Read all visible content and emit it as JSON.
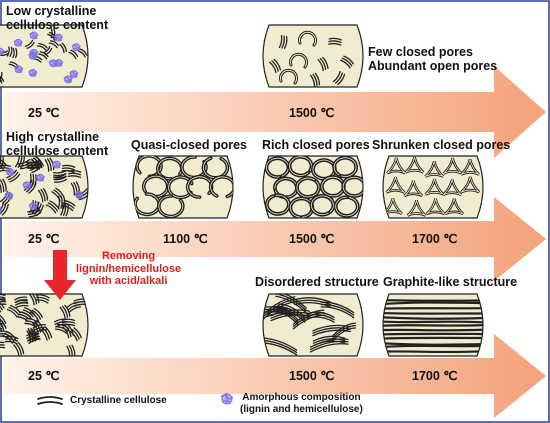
{
  "colors": {
    "arrow_start": "#fff3ea",
    "arrow_end": "#f4a27a",
    "disc_fill": "#f1ebcf",
    "amorphous": "#7a73e6",
    "fiber": "#222222",
    "red_arrow": "#e8262b"
  },
  "rows": [
    {
      "header": [
        "Low crystalline",
        "cellulose content"
      ],
      "temps": [
        "25 ℃",
        "1500 ℃"
      ],
      "labels": [
        "Few closed pores",
        "Abundant open pores"
      ]
    },
    {
      "header": [
        "High crystalline",
        "cellulose content"
      ],
      "stage_labels": [
        "Quasi-closed pores",
        "Rich closed pores",
        "Shrunken closed pores"
      ],
      "temps": [
        "25 ℃",
        "1100 ℃",
        "1500 ℃",
        "1700 ℃"
      ]
    },
    {
      "stage_labels": [
        "Disordered structure",
        "Graphite-like structure"
      ],
      "temps": [
        "25 ℃",
        "1500 ℃",
        "1700 ℃"
      ]
    }
  ],
  "treatment": [
    "Removing",
    "lignin/hemicellulose",
    "with acid/alkali"
  ],
  "legend": {
    "crystalline": "Crystalline cellulose",
    "amorphous": [
      "Amorphous composition",
      "(lignin and hemicellulose)"
    ]
  }
}
